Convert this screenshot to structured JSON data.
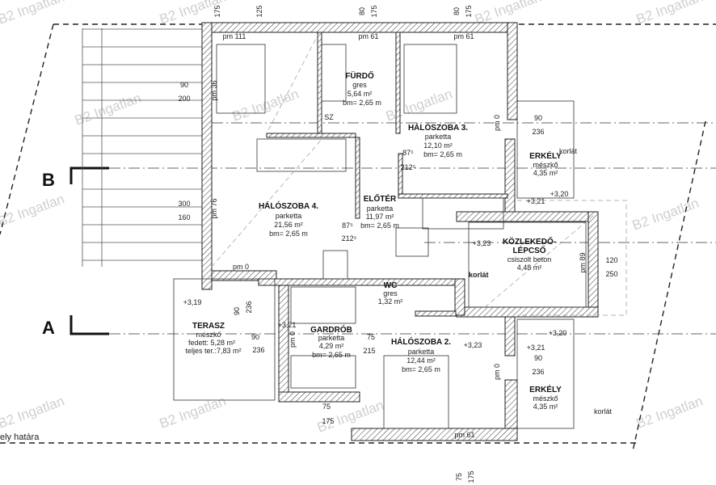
{
  "watermark": "B2 Ingatlan",
  "sections": {
    "b": "B",
    "a": "A"
  },
  "boundary_label": "ely határa",
  "rooms": {
    "furdo": {
      "name": "FÜRDŐ",
      "floor": "gres",
      "area": "5,64 m²",
      "height": "bm= 2,65 m"
    },
    "haloszoba3": {
      "name": "HÁLÓSZOBA 3.",
      "floor": "parketta",
      "area": "12,10 m²",
      "height": "bm= 2,65 m"
    },
    "haloszoba4": {
      "name": "HÁLÓSZOBA 4.",
      "floor": "parketta",
      "area": "21,56 m²",
      "height": "bm= 2,65 m"
    },
    "eloter": {
      "name": "ELŐTÉR",
      "floor": "parketta",
      "area": "11,97 m²",
      "height": "bm= 2,65 m"
    },
    "erkely_top": {
      "name": "ERKÉLY",
      "floor": "mészkő",
      "area": "4,35 m²"
    },
    "erkely_bottom": {
      "name": "ERKÉLY",
      "floor": "mészkő",
      "area": "4,35 m²"
    },
    "kozlekedo": {
      "name1": "KÖZLEKEDŐ-",
      "name2": "LÉPCSŐ",
      "floor": "csiszolt beton",
      "area": "4,48 m²"
    },
    "wc": {
      "name": "WC",
      "floor": "gres",
      "area": "1,32 m²"
    },
    "gardrob": {
      "name": "GARDRÓB",
      "floor": "parketta",
      "area": "4,29 m²",
      "height": "bm= 2,65 m"
    },
    "haloszoba2": {
      "name": "HÁLÓSZOBA 2.",
      "floor": "parketta",
      "area": "12,44 m²",
      "height": "bm= 2,65 m"
    },
    "terasz": {
      "name": "TERASZ",
      "floor": "mészkő",
      "covered": "fedett: 5,28 m²",
      "total": "teljes ter.:7,83 m²"
    }
  },
  "labels": {
    "korlat": "korlát",
    "sz": "SZ",
    "pm0": "pm 0",
    "pm111": "pm 111",
    "pm61": "pm 61",
    "pm36": "pm 36",
    "pm76": "pm 76",
    "pm89": "pm 89"
  },
  "levels": {
    "l323": "+3,23",
    "l321": "+3,21",
    "l320": "+3,20",
    "l319": "+3,19"
  },
  "dims": {
    "d175": "175",
    "d125": "125",
    "d80": "80",
    "d90": "90",
    "d200": "200",
    "d300": "300",
    "d160": "160",
    "d236": "236",
    "d120": "120",
    "d250": "250",
    "d75": "75",
    "d215": "215",
    "d2125": "212⁵",
    "d875": "87⁵"
  }
}
